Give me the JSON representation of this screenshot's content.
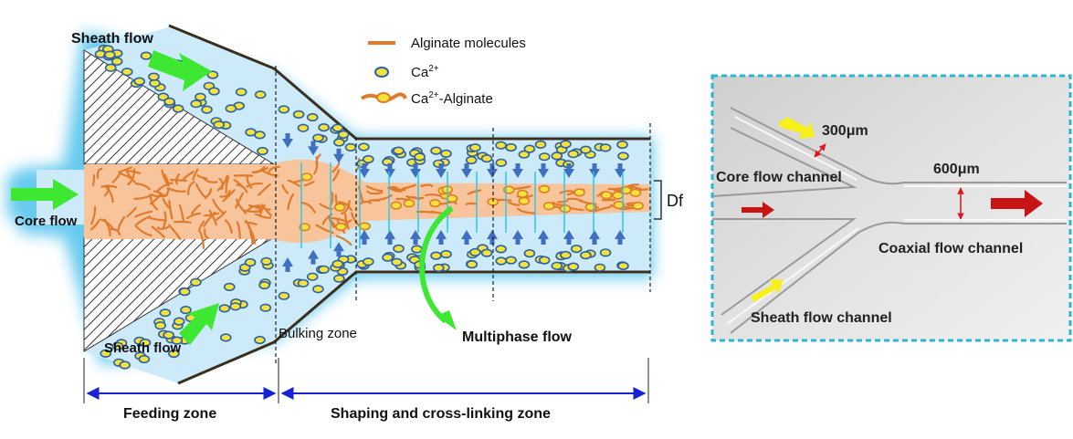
{
  "schematic": {
    "sheath_flow_top": "Sheath flow",
    "sheath_flow_bottom": "Sheath flow",
    "core_flow": "Core flow",
    "bulking_zone": "Bulking zone",
    "multiphase_flow": "Multiphase flow",
    "df_label": "Df",
    "feeding_zone": "Feeding zone",
    "shaping_zone": "Shaping and cross-linking zone",
    "legend": {
      "alginate": "Alginate molecules",
      "ca_base": "Ca",
      "ca_sup": "2+",
      "ca_alginate_base": "Ca",
      "ca_alginate_sup": "2+",
      "ca_alginate_suffix": "-Alginate"
    }
  },
  "photo": {
    "width_300": "300μm",
    "width_600": "600μm",
    "core_channel": "Core flow channel",
    "coaxial_channel": "Coaxial flow channel",
    "sheath_channel": "Sheath flow channel"
  },
  "colors": {
    "glow": "#5ec8ee",
    "water": "#cdeafa",
    "core": "#f7c49c",
    "fiber": "#e07b2c",
    "ca_fill": "#f2e23a",
    "ca_edge": "#2b5fa8",
    "green_arrow": "#3ee832",
    "blue_arrow": "#3f6fc0",
    "zone_arrow": "#1522d6",
    "photo_border": "#2ab6d6"
  }
}
